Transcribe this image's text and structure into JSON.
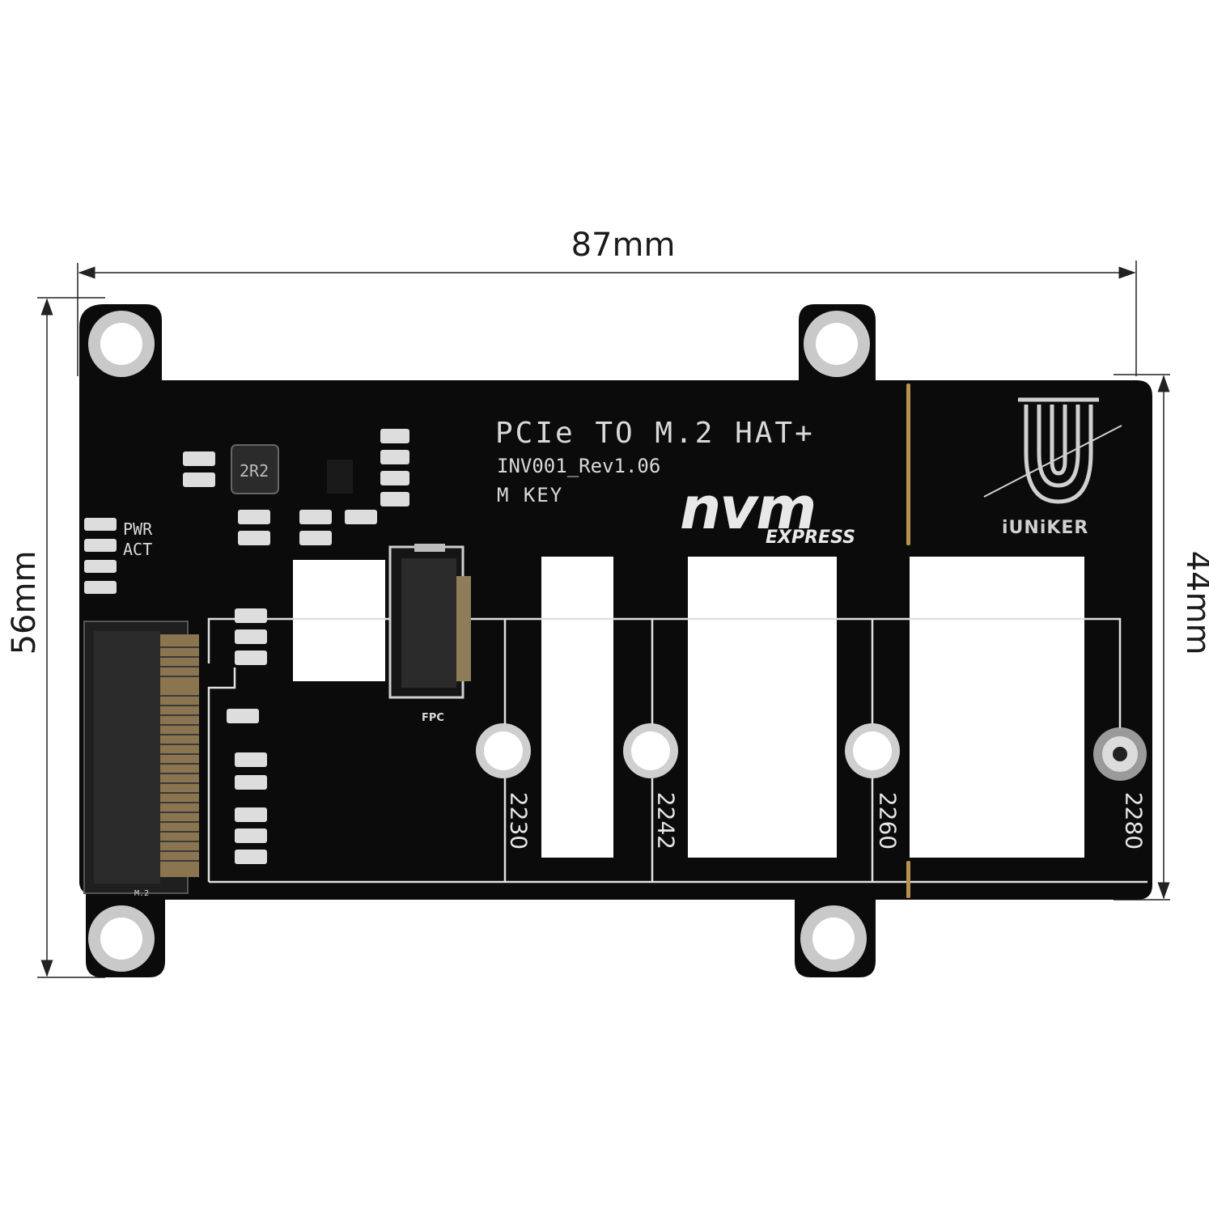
{
  "dimensions": {
    "width": "87mm",
    "left_height": "56mm",
    "right_height": "44mm"
  },
  "board": {
    "title": "PCIe TO M.2 HAT+",
    "revision": "INV001_Rev1.06",
    "key": "M KEY",
    "led_labels": [
      "PWR",
      "ACT"
    ],
    "connector_label": "FPC",
    "socket_label": "M.2",
    "inductor_marking": "2R2",
    "slot_sizes": [
      "2230",
      "2242",
      "2260",
      "2280"
    ]
  },
  "logos": {
    "nvm_word": "nvm",
    "express_word": "EXPRESS",
    "brand": "iUNiKER"
  },
  "colors": {
    "board": "#0b0b0b",
    "silkscreen": "#e0e0e0",
    "pad_gold": "#b8914f",
    "cutout": "#ffffff"
  }
}
